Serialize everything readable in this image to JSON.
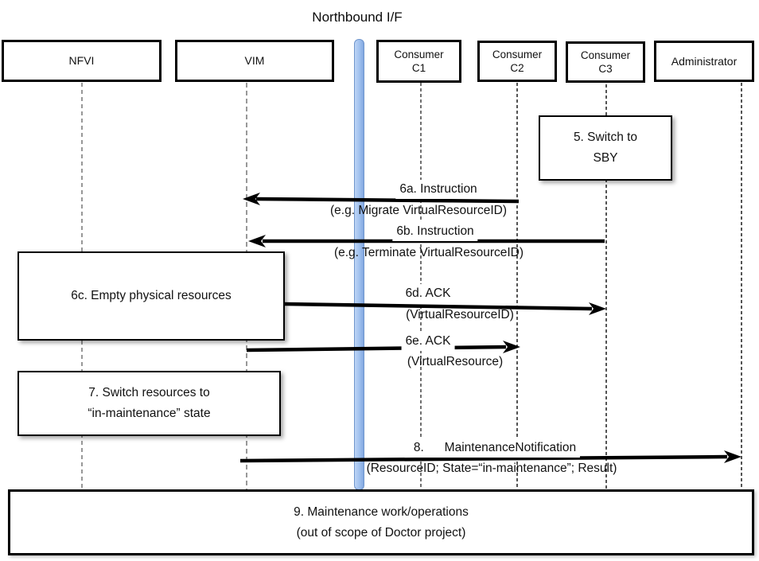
{
  "title": "Northbound I/F",
  "colors": {
    "line": "#000000",
    "bar_fill_light": "#bed5f6",
    "bar_fill_dark": "#82a7e0",
    "bar_border": "#6f95cc",
    "lifeline_gray": "#7f7f7f",
    "lifeline_dark": "#2a2a2a",
    "box_border": "#000000"
  },
  "actors": [
    {
      "id": "nfvi",
      "line1": "NFVI",
      "line2": ""
    },
    {
      "id": "vim",
      "line1": "VIM",
      "line2": ""
    },
    {
      "id": "c1",
      "line1": "Consumer",
      "line2": "C1"
    },
    {
      "id": "c2",
      "line1": "Consumer",
      "line2": "C2"
    },
    {
      "id": "c3",
      "line1": "Consumer",
      "line2": "C3"
    },
    {
      "id": "admin",
      "line1": "Administrator",
      "line2": ""
    }
  ],
  "notes": {
    "n5": {
      "line1": "5. Switch to",
      "line2": "SBY"
    },
    "n6c": {
      "line1": "6c. Empty physical resources",
      "line2": ""
    },
    "n7": {
      "line1": "7. Switch resources to",
      "line2": "“in-maintenance” state"
    },
    "n9": {
      "line1": "9. Maintenance work/operations",
      "line2": "(out of scope of Doctor project)"
    }
  },
  "messages": {
    "m6a": {
      "label": "6a. Instruction",
      "detail": "(e.g. Migrate VirtualResourceID)"
    },
    "m6b": {
      "label": "6b. Instruction",
      "detail": "(e.g. Terminate VirtualResourceID)"
    },
    "m6d": {
      "label": "6d. ACK",
      "detail": "(VirtualResourceID)"
    },
    "m6e": {
      "label": "6e. ACK",
      "detail": "(VirtualResource)"
    },
    "m8": {
      "label": "8.      MaintenanceNotification",
      "detail": "(ResourceID; State=“in-maintenance”; Result)"
    }
  }
}
